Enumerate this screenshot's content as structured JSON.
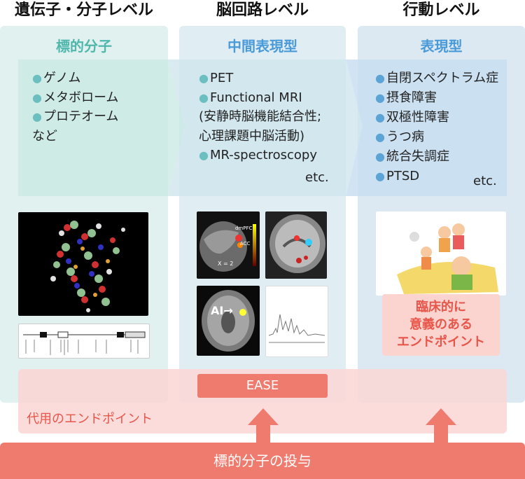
{
  "columns": {
    "gene": {
      "title": "遺伝子・分子レベル",
      "subtitle": "標的分子",
      "items": [
        "ゲノム",
        "メタボローム",
        "プロテオーム"
      ],
      "tail": "など"
    },
    "brain": {
      "title": "脳回路レベル",
      "subtitle": "中間表現型",
      "items": [
        "PET",
        "Functional MRI"
      ],
      "fmri_detail": [
        "(安静時脳機能結合性;",
        "心理課題中脳活動)"
      ],
      "items2": [
        "MR-spectroscopy"
      ],
      "tail": "etc."
    },
    "behavior": {
      "title": "行動レベル",
      "subtitle": "表現型",
      "items": [
        "自閉スペクトラム症",
        "摂食障害",
        "双極性障害",
        "うつ病",
        "統合失調症",
        "PTSD"
      ],
      "tail": "etc."
    }
  },
  "labels": {
    "clinical_endpoint": [
      "臨床的に",
      "意義のある",
      "エンドポイント"
    ],
    "ease": "EASE",
    "surrogate_endpoint": "代用のエンドポイント",
    "administration": "標的分子の投与",
    "fmri_ai": "AI→",
    "pet_labels": [
      "dmPFC",
      "ACC",
      "X = 2"
    ]
  },
  "colors": {
    "teal_panel": "#e0f1ef",
    "blue_panel": "#dce9f3",
    "teal_text": "#4fb7ac",
    "blue_text": "#4a9ad8",
    "pink_band": "#fad6d3",
    "salmon": "#ef7b6f",
    "clinical_text": "#e8564a"
  }
}
